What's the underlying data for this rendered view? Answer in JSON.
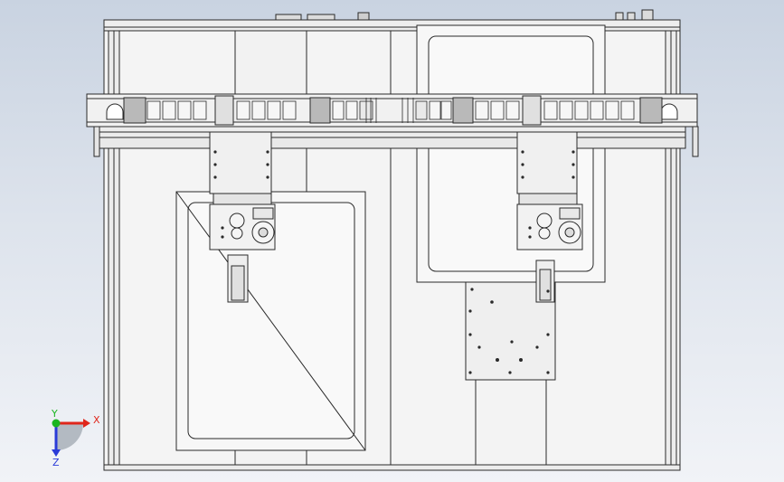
{
  "viewport": {
    "background_top": "#c9d3e1",
    "background_bottom": "#f1f3f7",
    "line_color": "#2a2a2a",
    "part_fill": "#f3f3f3",
    "bracket_fill": "#b9b9b9"
  },
  "triad": {
    "x_label": "X",
    "y_label": "Y",
    "z_label": "Z",
    "x_color": "#e0261b",
    "y_color": "#1bb520",
    "z_color": "#2a3bd8"
  }
}
